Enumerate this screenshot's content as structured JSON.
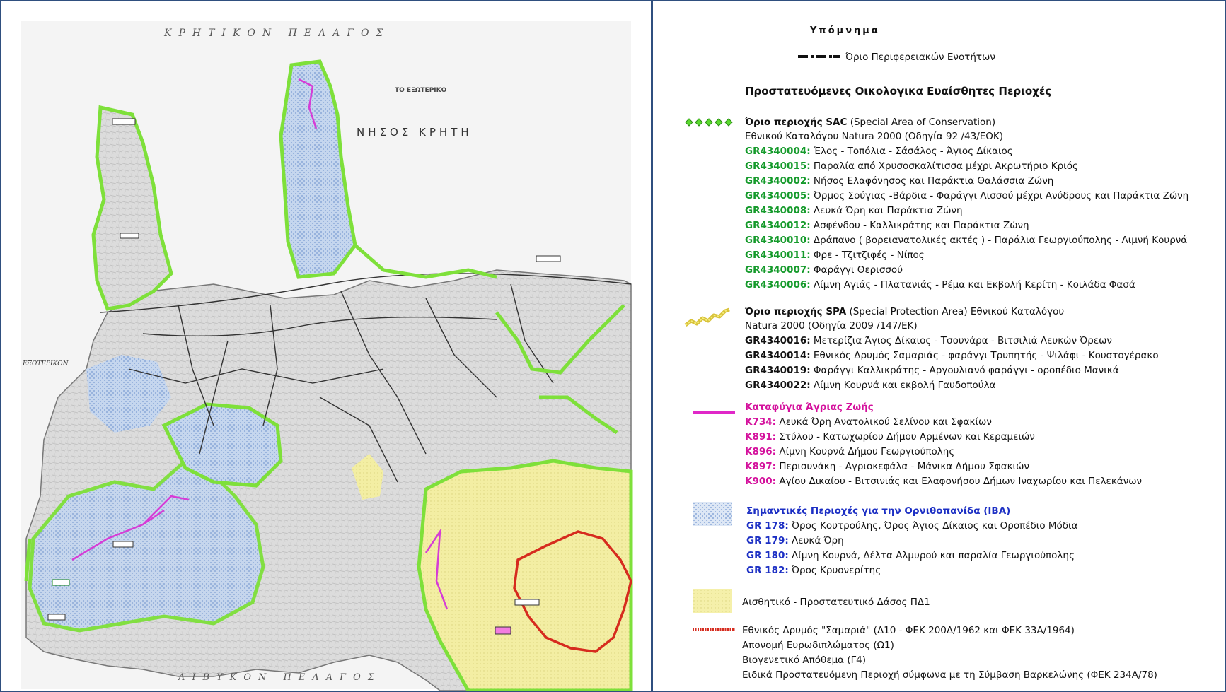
{
  "map": {
    "sea_north": "ΚΡΗΤΙΚΟΝ ΠΕΛΑΓΟΣ",
    "island_name": "ΝΗΣΟΣ ΚΡΗΤΗ",
    "sea_south": "ΛΙΒΥΚΟΝ ΠΕΛΑΓΟΣ",
    "abroad_label": "ΤΟ ΕΞΩΤΕΡΙΚΟ",
    "west_label": "ΕΞΩΤΕΡΙΚΟΝ",
    "colors": {
      "sac_border": "#7ee03a",
      "iba_fill": "#b8cce8",
      "forest_fill": "#f4f0a0",
      "wildlife": "#d63cd6",
      "national_park": "#d62b1e",
      "roads": "#333333"
    }
  },
  "legend": {
    "title": "Υπόμνημα",
    "boundary_label": "Όριο Περιφερειακών Ενοτήτων",
    "section_title": "Προστατευόμενες Οικολογικα Ευαίσθητες Περιοχές",
    "sac": {
      "heading_bold": "Όριο περιοχής SAC",
      "heading_rest": " (Special Area of Conservation)",
      "subline": "Εθνικού Καταλόγου Natura 2000 (Οδηγία 92 /43/ΕΟΚ)",
      "items": [
        {
          "code": "GR4340004:",
          "name": " Έλος - Τοπόλια - Σάσάλος - Άγιος Δίκαιος"
        },
        {
          "code": "GR4340015:",
          "name": " Παραλία από Χρυσοσκαλίτισσα μέχρι Ακρωτήριο Κριός"
        },
        {
          "code": "GR4340002:",
          "name": " Νήσος Ελαφόνησος και Παράκτια Θαλάσσια Ζώνη"
        },
        {
          "code": "GR4340005:",
          "name": " Όρμος Σούγιας -Βάρδια - Φαράγγι Λισσού μέχρι Ανύδρους και Παράκτια Ζώνη"
        },
        {
          "code": "GR4340008:",
          "name": " Λευκά Όρη και Παράκτια Ζώνη"
        },
        {
          "code": "GR4340012:",
          "name": " Ασφένδου - Καλλικράτης και Παράκτια Ζώνη"
        },
        {
          "code": "GR4340010:",
          "name": " Δράπανο ( βορειανατολικές ακτές ) - Παράλια Γεωργιούπολης - Λιμνή Κουρνά"
        },
        {
          "code": "GR4340011:",
          "name": " Φρε - Τζιτζιφές - Νίπος"
        },
        {
          "code": "GR4340007:",
          "name": " Φαράγγι Θερισσού"
        },
        {
          "code": "GR4340006:",
          "name": " Λίμνη Αγιάς - Πλατανιάς - Ρέμα και Εκβολή Κερίτη - Κοιλάδα Φασά"
        }
      ]
    },
    "spa": {
      "heading_bold": "Όριο περιοχής SPA",
      "heading_rest": " (Special Protection Area) Εθνικού Καταλόγου",
      "subline": "Natura 2000 (Οδηγία 2009 /147/ΕΚ)",
      "items": [
        {
          "code": "GR4340016:",
          "name": " Μετερίζια Άγιος Δίκαιος - Τσουνάρα - Βιτσιλιά Λευκών Όρεων"
        },
        {
          "code": "GR4340014:",
          "name": " Εθνικός Δρυμός Σαμαριάς - φαράγγι Τρυπητής - Ψιλάφι - Κουστογέρακο"
        },
        {
          "code": "GR4340019:",
          "name": " Φαράγγι Καλλικράτης - Αργουλιανό φαράγγι - οροπέδιο Μανικά"
        },
        {
          "code": "GR4340022:",
          "name": " Λίμνη Κουρνά και εκβολή Γαυδοπούλα"
        }
      ]
    },
    "wildlife": {
      "heading": "Καταφύγια Άγριας Ζωής",
      "items": [
        {
          "code": "Κ734:",
          "name": " Λευκά Όρη Ανατολικού Σελίνου και Σφακίων"
        },
        {
          "code": "Κ891:",
          "name": " Στύλου - Κατωχωρίου Δήμου Αρμένων και Κεραμειών"
        },
        {
          "code": "Κ896:",
          "name": " Λίμνη Κουρνά Δήμου Γεωργιούπολης"
        },
        {
          "code": "Κ897:",
          "name": " Περισυνάκη - Αγριοκεφάλα - Μάνικα Δήμου Σφακιών"
        },
        {
          "code": "Κ900:",
          "name": " Αγίου Δικαίου - Βιτσινιάς και Ελαφονήσου Δήμων Ιναχωρίου και Πελεκάνων"
        }
      ]
    },
    "iba": {
      "heading": "Σημαντικές Περιοχές για την Ορνιθοπανίδα (ΙΒΑ)",
      "items": [
        {
          "code": "GR 178:",
          "name": " Όρος Κουτρούλης, Όρος Άγιος Δίκαιος και Οροπέδιο Μόδια"
        },
        {
          "code": "GR 179:",
          "name": " Λευκά Όρη"
        },
        {
          "code": "GR 180:",
          "name": " Λίμνη Κουρνά, Δέλτα Αλμυρού και παραλία Γεωργιούπολης"
        },
        {
          "code": "GR 182:",
          "name": " Όρος Κρυονερίτης"
        }
      ]
    },
    "forest_label": "Αισθητικό - Προστατευτικό Δάσος ΠΔ1",
    "park": {
      "lines": [
        "Εθνικός Δρυμός \"Σαμαριά\" (Δ10 - ΦΕΚ 200Δ/1962 και ΦΕΚ 33Α/1964)",
        "Απονομή Ευρωδιπλώματος (Ω1)",
        "Βιογενετικό Απόθεμα (Γ4)",
        "Ειδικά Προστατευόμενη Περιοχή σύμφωνα με τη Σύμβαση Βαρκελώνης (ΦΕΚ 234Α/78)"
      ]
    }
  }
}
